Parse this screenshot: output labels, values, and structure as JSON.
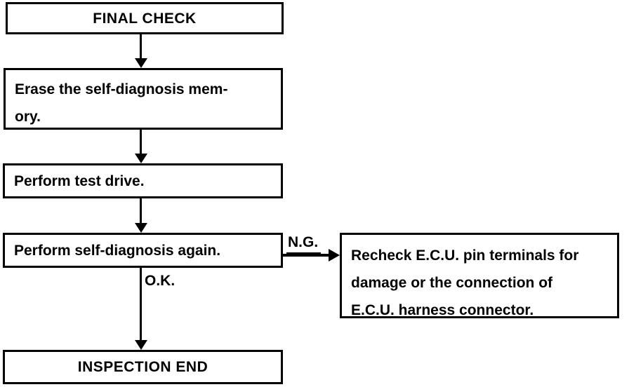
{
  "diagram": {
    "title": "Final check flowchart",
    "nodes": {
      "final_check": {
        "label": "FINAL CHECK"
      },
      "erase_memory": {
        "lines": [
          "Erase the self-diagnosis mem-",
          "ory."
        ]
      },
      "test_drive": {
        "label": "Perform test drive."
      },
      "self_diagnosis": {
        "label": "Perform self-diagnosis again."
      },
      "recheck_ecu": {
        "lines": [
          "Recheck E.C.U. pin terminals for",
          "damage or the connection of",
          "E.C.U. harness connector."
        ]
      },
      "inspection_end": {
        "label": "INSPECTION END"
      }
    },
    "edge_labels": {
      "ng": "N.G.",
      "ok": "O.K."
    },
    "colors": {
      "line": "#000000",
      "background": "#ffffff"
    }
  }
}
